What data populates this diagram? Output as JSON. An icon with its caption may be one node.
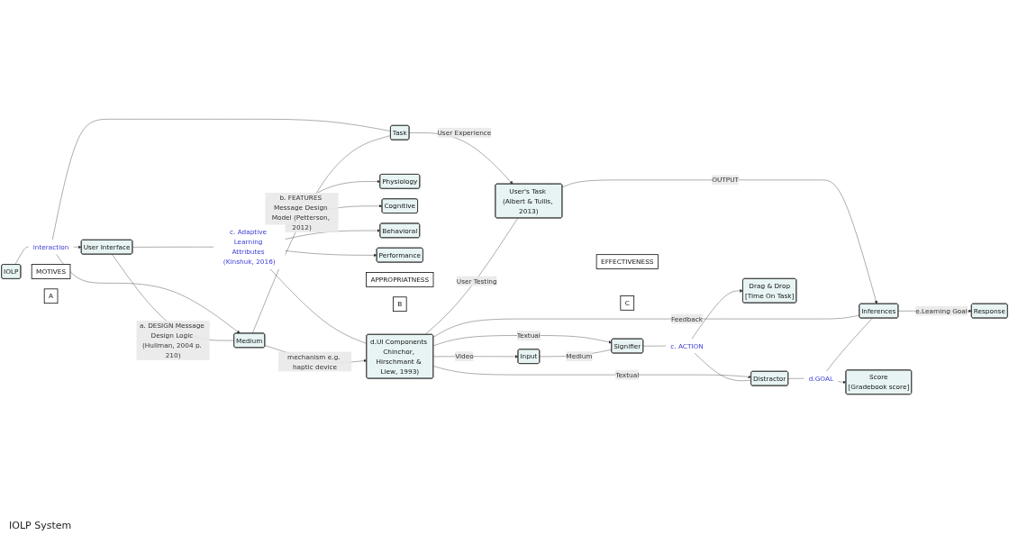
{
  "diagram": {
    "nodes": [
      {
        "text": [
          "A"
        ]
      },
      {
        "text": [
          "MOTIVES"
        ]
      },
      {
        "text": [
          "User Interface"
        ]
      },
      {
        "text": [
          "IOLP"
        ]
      },
      {
        "text": [
          "interaction"
        ]
      },
      {
        "text": [
          "Medium"
        ]
      },
      {
        "text": [
          "Task"
        ]
      },
      {
        "text": [
          "B"
        ]
      },
      {
        "text": [
          "APPROPRIATNESS"
        ]
      },
      {
        "text": [
          "Performance"
        ]
      },
      {
        "text": [
          "Behavioral"
        ]
      },
      {
        "text": [
          "c. Adaptive Learning Attributes (Kinshuk, 2016)"
        ]
      },
      {
        "text": [
          "Cognitive"
        ]
      },
      {
        "text": [
          "Physiology"
        ]
      },
      {
        "text": [
          "d.UI Components Chinchor, Hirschmant & Liew, 1993)"
        ]
      },
      {
        "text": [
          "User's Task (Albert & Tullis, 2013)"
        ]
      },
      {
        "text": [
          "C"
        ]
      },
      {
        "text": [
          "EFFECTIVENESS"
        ]
      },
      {
        "text": [
          "Input"
        ]
      },
      {
        "text": [
          "Signifier"
        ]
      },
      {
        "text": [
          "c. ACTION"
        ]
      },
      {
        "text": [
          "Drag & Drop",
          "[Time On Task]"
        ]
      },
      {
        "text": [
          "Distractor"
        ]
      },
      {
        "text": [
          "d.GOAL"
        ]
      },
      {
        "text": [
          "Score",
          "[Gradebook score]"
        ]
      },
      {
        "text": [
          "Inferences"
        ]
      },
      {
        "text": [
          "Response"
        ]
      }
    ],
    "edges": [
      {
        "from": 3,
        "to": 4,
        "arrow": "none"
      },
      {
        "from": 4,
        "to": 2,
        "arrow": "to"
      },
      {
        "from": 4,
        "to": 5,
        "arrow": "to"
      },
      {
        "from": 4,
        "to": 6,
        "arrow": "none"
      },
      {
        "from": 2,
        "to": 5,
        "arrow": "none",
        "label": "a. DESIGN Message Design Logic (Hullman, 2004 p. 210)"
      },
      {
        "from": 5,
        "to": 6,
        "arrow": "none",
        "label": "b. FEATURES Message Design Model (Petterson, 2012)"
      },
      {
        "from": 2,
        "to": 11,
        "arrow": "none"
      },
      {
        "from": 11,
        "to": 14,
        "arrow": "none"
      },
      {
        "from": 11,
        "to": 9,
        "arrow": "to"
      },
      {
        "from": 11,
        "to": 10,
        "arrow": "to"
      },
      {
        "from": 11,
        "to": 12,
        "arrow": "to"
      },
      {
        "from": 11,
        "to": 13,
        "arrow": "to"
      },
      {
        "from": 5,
        "to": 14,
        "arrow": "to",
        "label": "mechanism e.g. haptic device"
      },
      {
        "from": 6,
        "to": 15,
        "arrow": "to",
        "label": "User Experience"
      },
      {
        "from": 14,
        "to": 15,
        "arrow": "none",
        "label": "User Testing"
      },
      {
        "from": 15,
        "to": 25,
        "arrow": "to",
        "label": "OUTPUT"
      },
      {
        "from": 14,
        "to": 18,
        "arrow": "to",
        "label": "Video"
      },
      {
        "from": 14,
        "to": 19,
        "arrow": "to",
        "label": "Textual"
      },
      {
        "from": 14,
        "to": 22,
        "arrow": "to",
        "label": "Textual"
      },
      {
        "from": 14,
        "to": 25,
        "arrow": "none",
        "label": "Feedback"
      },
      {
        "from": 18,
        "to": 19,
        "arrow": "none",
        "label": "Medium"
      },
      {
        "from": 19,
        "to": 20,
        "arrow": "none"
      },
      {
        "from": 20,
        "to": 22,
        "arrow": "none"
      },
      {
        "from": 22,
        "to": 23,
        "arrow": "none"
      },
      {
        "from": 23,
        "to": 25,
        "arrow": "none"
      },
      {
        "from": 20,
        "to": 21,
        "arrow": "to"
      },
      {
        "from": 23,
        "to": 24,
        "arrow": "to"
      },
      {
        "from": 25,
        "to": 26,
        "arrow": "to",
        "label": "e.Learning Goal"
      }
    ],
    "labels": [
      "IOLP System"
    ]
  }
}
